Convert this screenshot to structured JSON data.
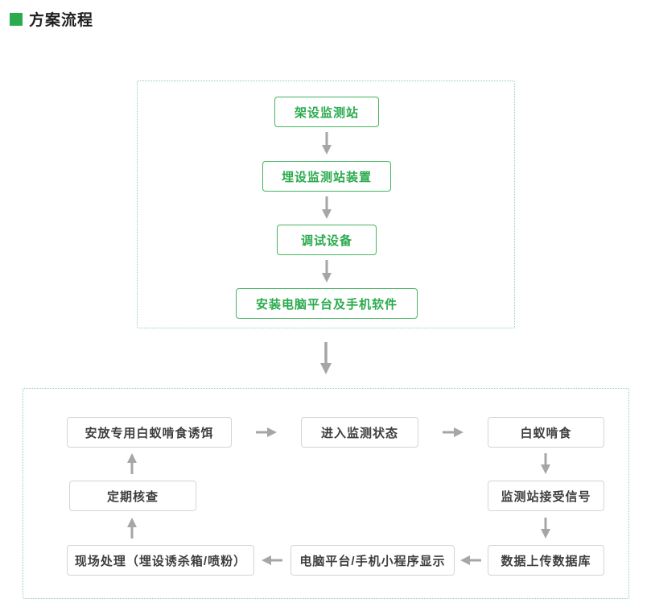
{
  "page": {
    "title": "方案流程"
  },
  "colors": {
    "accent_green": "#2bab4e",
    "arrow_gray": "#a6a6a6",
    "gray_box_border": "#d4d4d4",
    "dotted_border_green": "#93d2a5"
  },
  "top_flow": {
    "steps": [
      "架设监测站",
      "埋设监测站装置",
      "调试设备",
      "安装电脑平台及手机软件"
    ]
  },
  "cycle_flow": {
    "place_bait": "安放专用白蚁啃食诱饵",
    "monitoring_state": "进入监测状态",
    "termite_feeding": "白蚁啃食",
    "receive_signal": "监测站接受信号",
    "upload_database": "数据上传数据库",
    "display": "电脑平台/手机小程序显示",
    "onsite_treatment": "现场处理（埋设诱杀箱/喷粉）",
    "periodic_check": "定期核查"
  }
}
